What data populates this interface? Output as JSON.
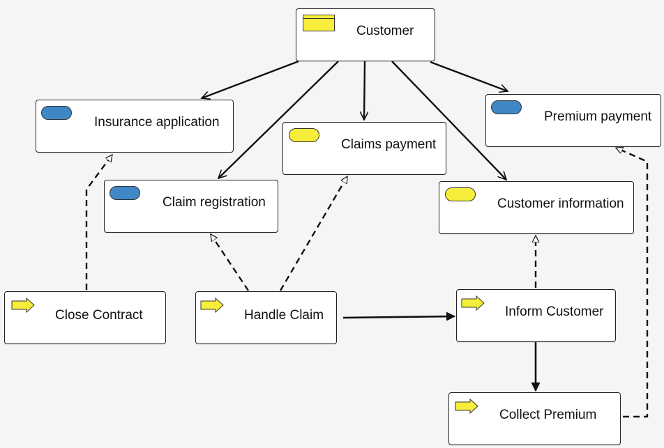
{
  "colors": {
    "background": "#f5f5f5",
    "service_blue": "#3f88c5",
    "service_yellow": "#f6ee3a",
    "stroke": "#111111"
  },
  "nodes": {
    "customer": {
      "label": "Customer",
      "icon": "actor-icon"
    },
    "insurance_application": {
      "label": "Insurance application",
      "icon": "application-service-icon"
    },
    "claims_payment": {
      "label": "Claims payment",
      "icon": "business-service-icon"
    },
    "premium_payment": {
      "label": "Premium payment",
      "icon": "application-service-icon"
    },
    "claim_registration": {
      "label": "Claim registration",
      "icon": "application-service-icon"
    },
    "customer_information": {
      "label": "Customer information",
      "icon": "business-service-icon"
    },
    "close_contract": {
      "label": "Close Contract",
      "icon": "process-arrow-icon"
    },
    "handle_claim": {
      "label": "Handle Claim",
      "icon": "process-arrow-icon"
    },
    "inform_customer": {
      "label": "Inform Customer",
      "icon": "process-arrow-icon"
    },
    "collect_premium": {
      "label": "Collect Premium",
      "icon": "process-arrow-icon"
    }
  },
  "edges": [
    {
      "from": "customer",
      "to": "insurance_application",
      "style": "solid-open"
    },
    {
      "from": "customer",
      "to": "claims_payment",
      "style": "solid-open"
    },
    {
      "from": "customer",
      "to": "premium_payment",
      "style": "solid-open"
    },
    {
      "from": "customer",
      "to": "claim_registration",
      "style": "solid-open"
    },
    {
      "from": "customer",
      "to": "customer_information",
      "style": "solid-open"
    },
    {
      "from": "close_contract",
      "to": "insurance_application",
      "style": "dashed-hollow"
    },
    {
      "from": "handle_claim",
      "to": "claim_registration",
      "style": "dashed-hollow"
    },
    {
      "from": "handle_claim",
      "to": "claims_payment",
      "style": "dashed-hollow"
    },
    {
      "from": "inform_customer",
      "to": "customer_information",
      "style": "dashed-hollow"
    },
    {
      "from": "collect_premium",
      "to": "premium_payment",
      "style": "dashed-hollow"
    },
    {
      "from": "handle_claim",
      "to": "inform_customer",
      "style": "solid-filled"
    },
    {
      "from": "inform_customer",
      "to": "collect_premium",
      "style": "solid-filled"
    }
  ]
}
